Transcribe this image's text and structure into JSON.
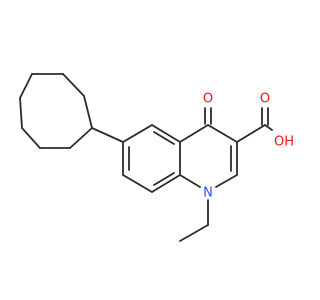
{
  "molecule": {
    "atom_labels": {
      "carbonyl_oxygen": "O",
      "acid_hydroxyl": "OH",
      "acid_carbonyl_oxygen": "O",
      "ring_nitrogen": "N"
    },
    "colors": {
      "oxygen": "#ff0d0d",
      "nitrogen": "#3050f8",
      "bond": "#2b2b2b"
    }
  }
}
